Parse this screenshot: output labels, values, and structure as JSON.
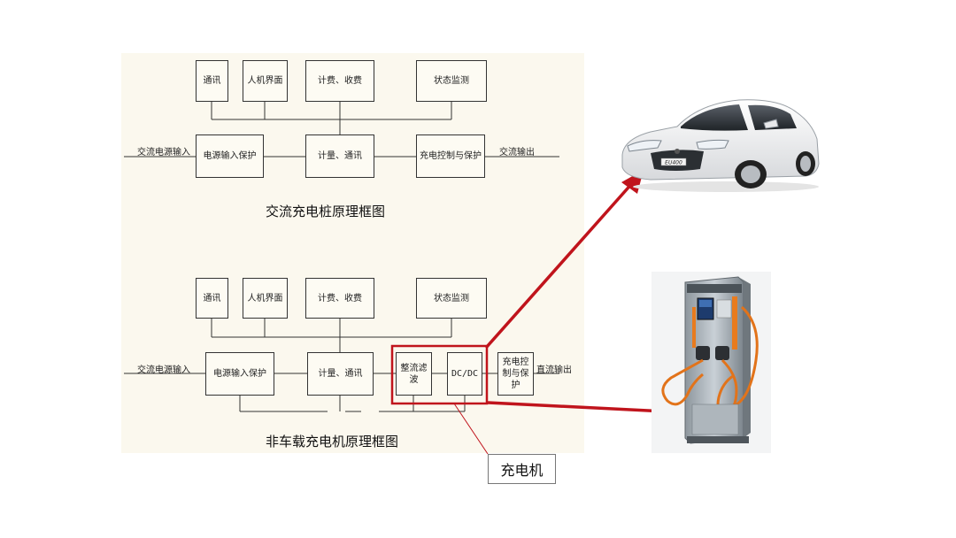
{
  "ac": {
    "title": "交流充电桩原理框图",
    "boxes": {
      "comm": "通讯",
      "hmi": "人机界面",
      "billing": "计费、收费",
      "monitor": "状态监测",
      "power_protect": "电源输入保护",
      "meter_comm": "计量、通讯",
      "charge_ctrl": "充电控制与保护"
    },
    "input_label": "交流电源输入",
    "output_label": "交流输出"
  },
  "dc": {
    "title": "非车载充电机原理框图",
    "boxes": {
      "comm": "通讯",
      "hmi": "人机界面",
      "billing": "计费、收费",
      "monitor": "状态监测",
      "power_protect": "电源输入保护",
      "meter_comm": "计量、通讯",
      "rectifier": "整流滤波",
      "dcdc": "DC/DC",
      "charge_ctrl": "充电控制与保护"
    },
    "input_label": "交流电源输入",
    "output_label": "直流输出"
  },
  "callout": "充电机",
  "car_plate": "EU400",
  "colors": {
    "highlight": "#c0141c",
    "line": "#333333"
  }
}
